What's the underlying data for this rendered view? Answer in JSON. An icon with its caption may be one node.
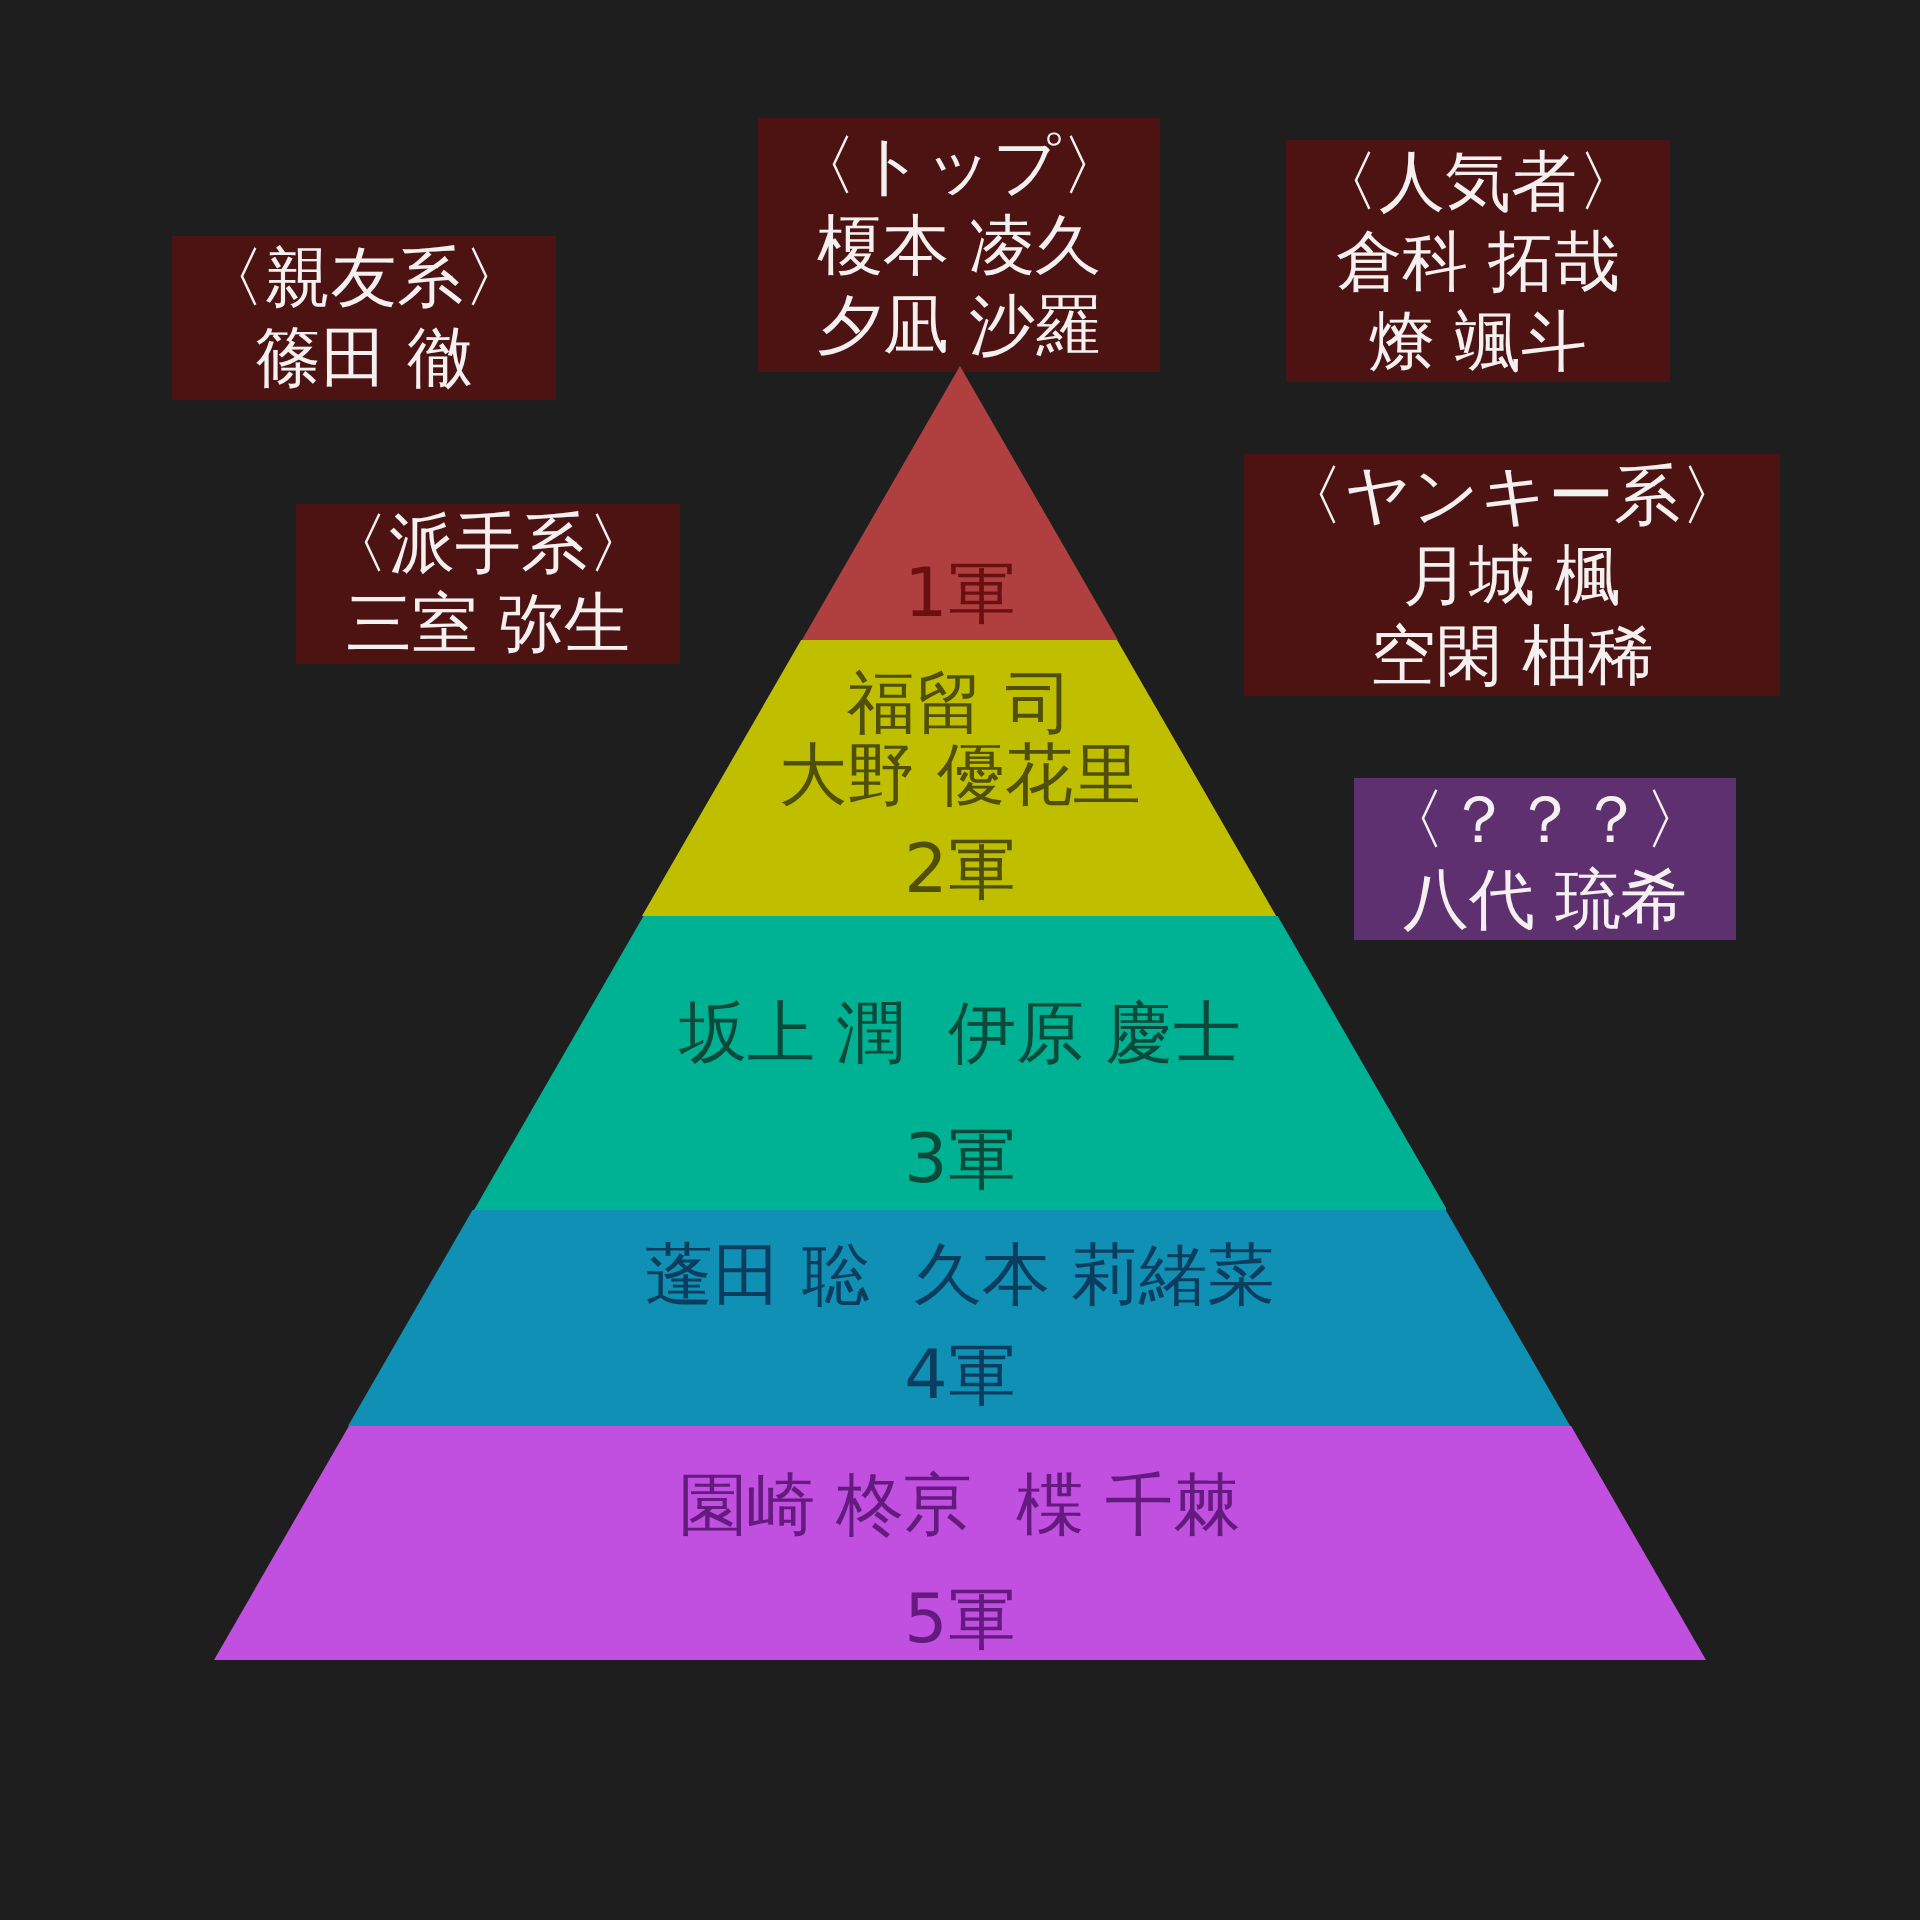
{
  "diagram": {
    "nodes": [
      {
        "text": [
          "〈トップ〉",
          "榎本 凌久",
          "夕凪 沙羅"
        ]
      },
      {
        "text": [
          "〈人気者〉",
          "倉科 拓哉",
          "燎 颯斗"
        ]
      },
      {
        "text": [
          "〈親友系〉",
          "篠田 徹"
        ]
      },
      {
        "text": [
          "〈ヤンキー系〉",
          "月城 楓",
          "空閑 柚稀"
        ]
      },
      {
        "text": [
          "〈派手系〉",
          "三室 弥生"
        ]
      },
      {
        "text": [
          "1軍"
        ]
      },
      {
        "text": [
          "福留 司",
          "大野 優花里",
          "2軍"
        ]
      },
      {
        "text": [
          "〈？？？〉",
          "八代 琉希"
        ]
      },
      {
        "text": [
          "坂上 潤  伊原 慶士",
          "3軍"
        ]
      },
      {
        "text": [
          "蓬田 聡  久本 莉緒菜",
          "4軍"
        ]
      },
      {
        "text": [
          "園崎 柊亰  楪 千棘",
          "5軍"
        ]
      }
    ],
    "edges": []
  }
}
